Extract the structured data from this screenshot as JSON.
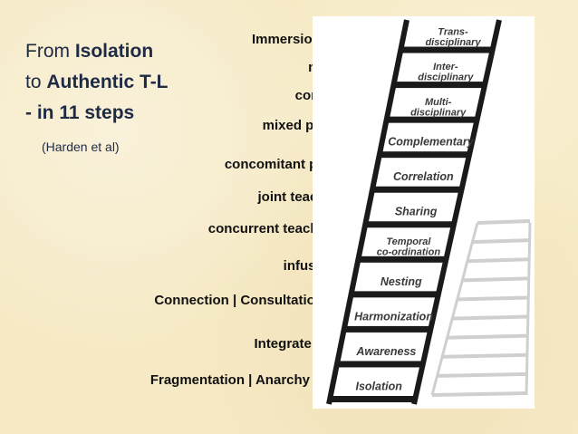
{
  "title": {
    "line1_prefix": "From ",
    "line1_bold": "Isolation",
    "line2_prefix": "to ",
    "line2_bold": "Authentic T-L",
    "line3": "- in 11 steps"
  },
  "citation": "(Harden et al)",
  "steps": [
    {
      "ladder_label": [
        "Isolation"
      ],
      "description": "Fragmentation | Anarchy"
    },
    {
      "ladder_label": [
        "Awareness"
      ],
      "description": "Integrate !"
    },
    {
      "ladder_label": [
        "Harmonization"
      ],
      "description": "Connection | Consultation"
    },
    {
      "ladder_label": [
        "Nesting"
      ],
      "description": "infusion"
    },
    {
      "ladder_label": [
        "Temporal",
        "co-ordination"
      ],
      "description": "concurrent teaching"
    },
    {
      "ladder_label": [
        "Sharing"
      ],
      "description": "joint teaching"
    },
    {
      "ladder_label": [
        "Correlation"
      ],
      "description": "concomitant program"
    },
    {
      "ladder_label": [
        "Complementary"
      ],
      "description": "mixed program"
    },
    {
      "ladder_label": [
        "Multi-",
        "disciplinary"
      ],
      "description": "contributory"
    },
    {
      "ladder_label": [
        "Inter-",
        "disciplinary"
      ],
      "description": "monolithic"
    },
    {
      "ladder_label": [
        "Trans-",
        "disciplinary"
      ],
      "description": "Immersion | authentic"
    }
  ]
}
